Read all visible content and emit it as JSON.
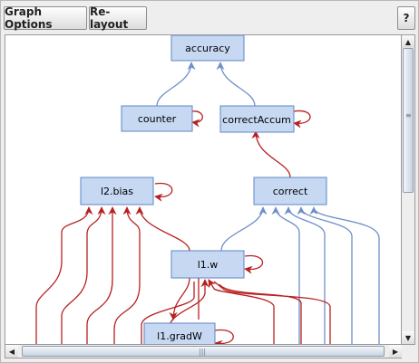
{
  "toolbar": {
    "graph_options_label": "Graph Options",
    "relayout_label": "Re-layout",
    "help_label": "?"
  },
  "graph": {
    "nodes": [
      {
        "id": "accuracy",
        "label": "accuracy"
      },
      {
        "id": "counter",
        "label": "counter"
      },
      {
        "id": "correctAccum",
        "label": "correctAccum"
      },
      {
        "id": "l2bias",
        "label": "l2.bias"
      },
      {
        "id": "correct",
        "label": "correct"
      },
      {
        "id": "l1w",
        "label": "l1.w"
      },
      {
        "id": "l1gradW",
        "label": "l1.gradW"
      }
    ],
    "colors": {
      "node_fill": "#c6d8f2",
      "node_border": "#5f86c4",
      "edge_blue": "#6f8fc8",
      "edge_red": "#b82020"
    }
  },
  "scrollbars": {
    "up_icon": "▲",
    "down_icon": "▼",
    "left_icon": "◀",
    "right_icon": "▶"
  }
}
